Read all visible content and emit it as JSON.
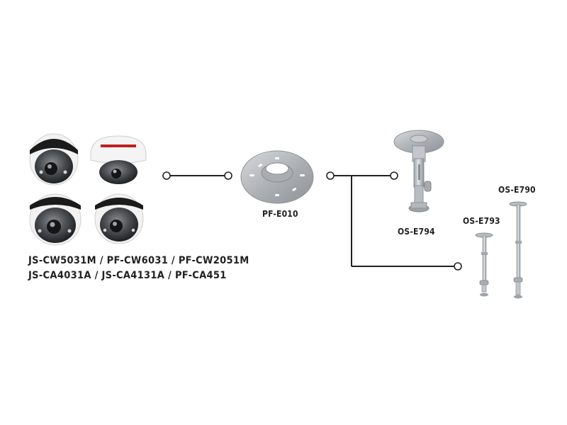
{
  "cameras": {
    "models": [
      "JS-CW5031M / PF-CW6031 / PF-CW2051M",
      "JS-CA4031A / JS-CA4131A / PF-CA451"
    ]
  },
  "adapter": {
    "label": "PF-E010"
  },
  "brackets": [
    {
      "label": "OS-E794"
    },
    {
      "label": "OS-E793"
    },
    {
      "label": "OS-E790"
    }
  ],
  "colors": {
    "line": "#222222",
    "metal": "#b8bcc0",
    "metal_dark": "#8e9398",
    "camera_white": "#eeeeee",
    "lens_dark": "#3a3a3a"
  }
}
